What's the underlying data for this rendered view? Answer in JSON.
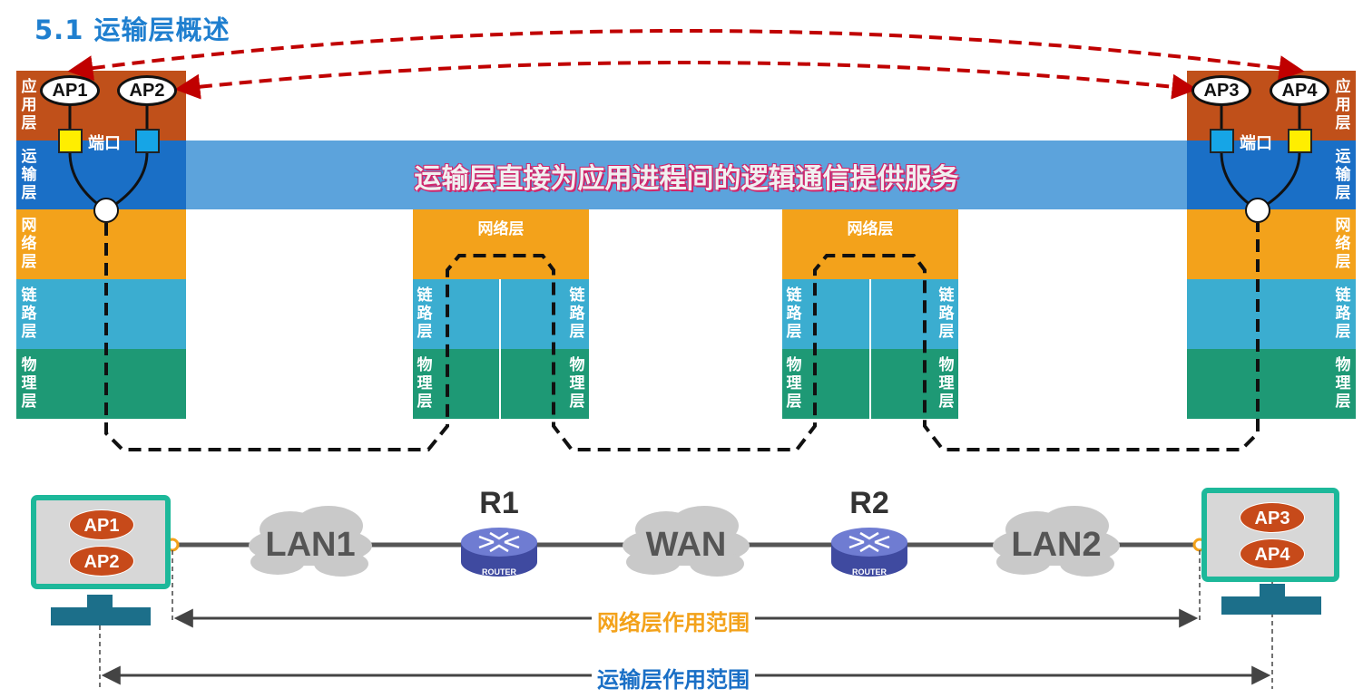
{
  "title": "5.1 运输层概述",
  "banner": "运输层直接为应用进程间的逻辑通信提供服务",
  "layers": {
    "application": "应用层",
    "transport": "运输层",
    "network": "网络层",
    "link": "链路层",
    "physical": "物理层"
  },
  "host_left": {
    "ap_a": "AP1",
    "ap_b": "AP2",
    "port": "端口"
  },
  "host_right": {
    "ap_a": "AP3",
    "ap_b": "AP4",
    "port": "端口"
  },
  "router1": {
    "name": "R1",
    "tag": "ROUTER"
  },
  "router2": {
    "name": "R2",
    "tag": "ROUTER"
  },
  "clouds": {
    "lan1": "LAN1",
    "wan": "WAN",
    "lan2": "LAN2"
  },
  "pc_left": {
    "ap_a": "AP1",
    "ap_b": "AP2"
  },
  "pc_right": {
    "ap_a": "AP3",
    "ap_b": "AP4"
  },
  "scopes": {
    "network": "网络层作用范围",
    "transport": "运输层作用范围"
  },
  "colors": {
    "application": "#c0501a",
    "transport": "#1a6fc6",
    "network": "#f3a21b",
    "link": "#3badd0",
    "physical": "#1e9975",
    "title": "#1f7fcf",
    "network_scope": "#f3a21b",
    "transport_scope": "#1a6fc6",
    "port_yellow": "#ffee00",
    "port_blue": "#16a5e6",
    "pc_frame": "#1db89a",
    "arrow_red": "#c00000"
  }
}
